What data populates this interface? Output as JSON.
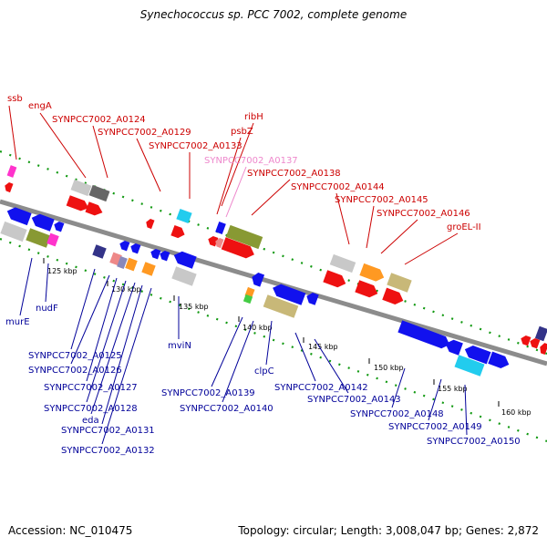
{
  "title": "Synechococcus sp. PCC 7002, complete genome",
  "footer": {
    "accession": "Accession: NC_010475",
    "topology": "Topology: circular; Length: 3,008,047 bp; Genes: 2,872"
  },
  "scale_labels": [
    "125 kbp",
    "130 kbp",
    "135 kbp",
    "140 kbp",
    "145 kbp",
    "150 kbp",
    "155 kbp",
    "160 kbp"
  ],
  "colors": {
    "red_label": "#cc0000",
    "pink_label": "#ee88cc",
    "blue_label": "#000099",
    "backbone": "#8c8c8c",
    "tick_green": "#008800"
  },
  "upper_labels": [
    {
      "text": "ssb",
      "color": "red"
    },
    {
      "text": "engA",
      "color": "red"
    },
    {
      "text": "SYNPCC7002_A0124",
      "color": "red"
    },
    {
      "text": "SYNPCC7002_A0129",
      "color": "red"
    },
    {
      "text": "SYNPCC7002_A0133",
      "color": "red"
    },
    {
      "text": "ribH",
      "color": "red"
    },
    {
      "text": "psbZ",
      "color": "red"
    },
    {
      "text": "SYNPCC7002_A0137",
      "color": "pink"
    },
    {
      "text": "SYNPCC7002_A0138",
      "color": "red"
    },
    {
      "text": "SYNPCC7002_A0144",
      "color": "red"
    },
    {
      "text": "SYNPCC7002_A0145",
      "color": "red"
    },
    {
      "text": "SYNPCC7002_A0146",
      "color": "red"
    },
    {
      "text": "groEL-II",
      "color": "red"
    }
  ],
  "lower_labels": [
    {
      "text": "murE"
    },
    {
      "text": "nudF"
    },
    {
      "text": "SYNPCC7002_A0125"
    },
    {
      "text": "SYNPCC7002_A0126"
    },
    {
      "text": "SYNPCC7002_A0127"
    },
    {
      "text": "SYNPCC7002_A0128"
    },
    {
      "text": "eda"
    },
    {
      "text": "SYNPCC7002_A0131"
    },
    {
      "text": "SYNPCC7002_A0132"
    },
    {
      "text": "mviN"
    },
    {
      "text": "SYNPCC7002_A0139"
    },
    {
      "text": "SYNPCC7002_A0140"
    },
    {
      "text": "clpC"
    },
    {
      "text": "SYNPCC7002_A0142"
    },
    {
      "text": "SYNPCC7002_A0143"
    },
    {
      "text": "SYNPCC7002_A0148"
    },
    {
      "text": "SYNPCC7002_A0149"
    },
    {
      "text": "SYNPCC7002_A0150"
    }
  ]
}
